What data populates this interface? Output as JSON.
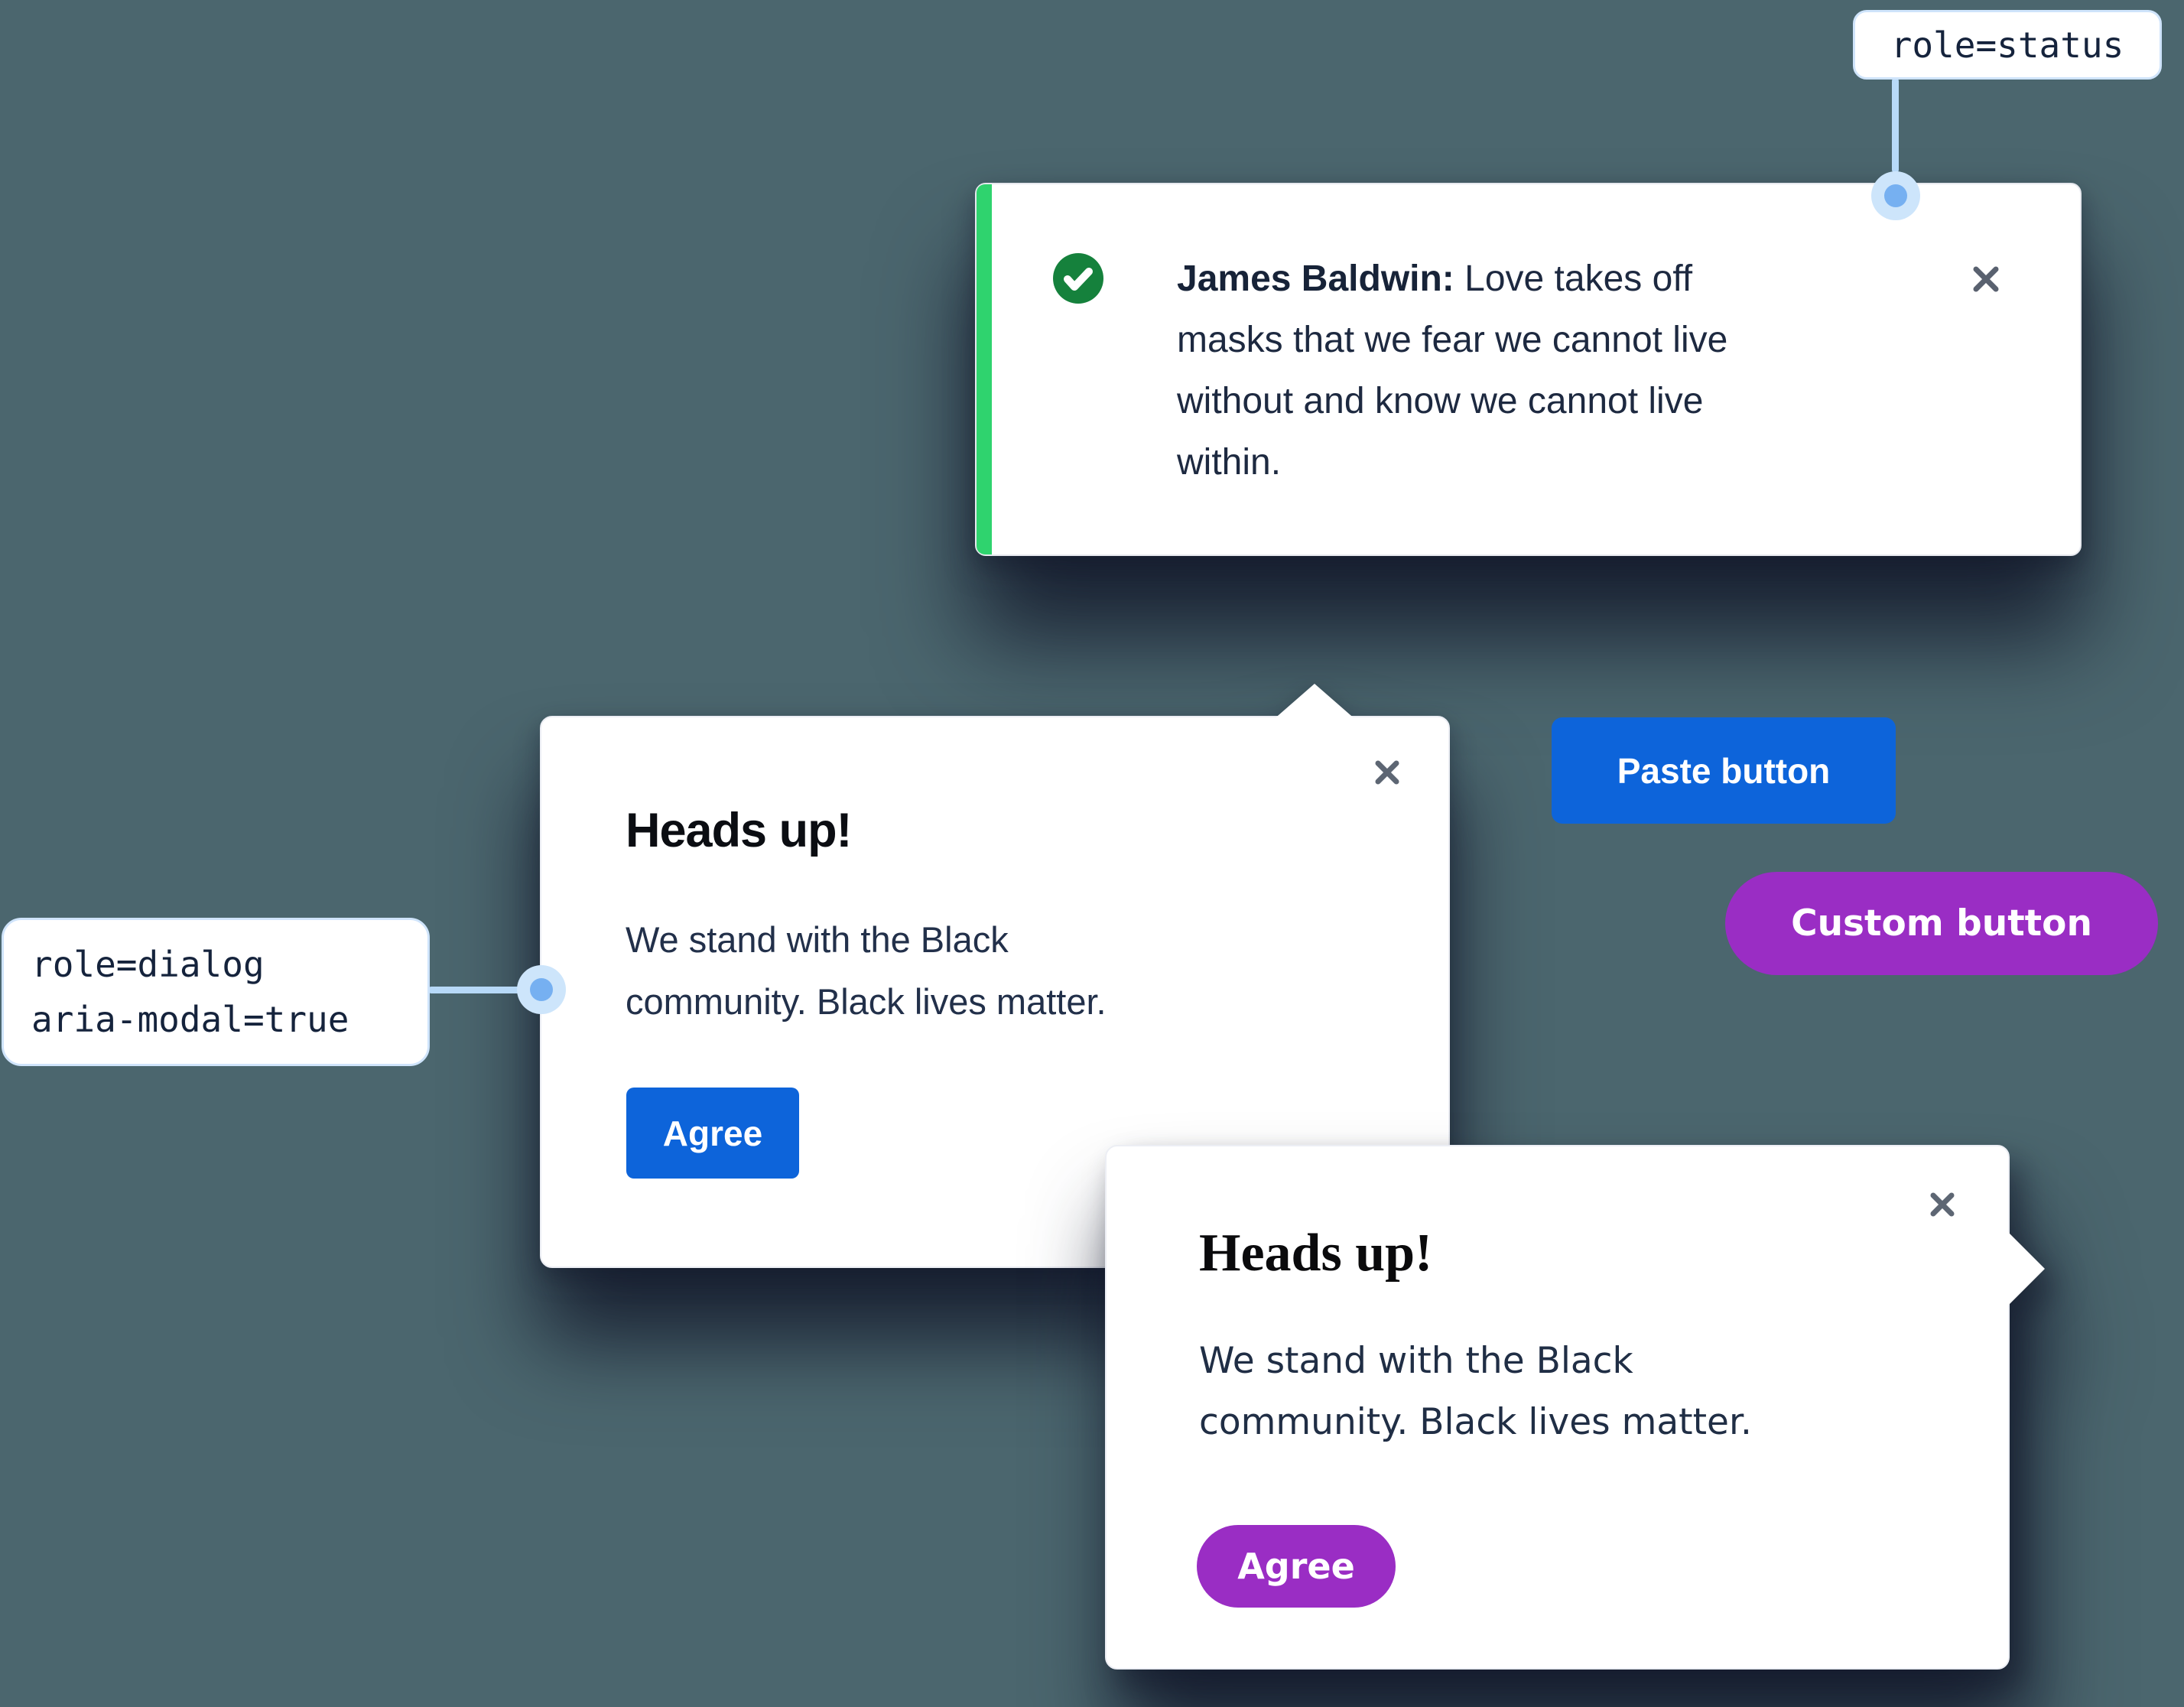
{
  "colors": {
    "background": "#4b666e",
    "shadow": "#121a2a",
    "accent_blue": "#0d64da",
    "accent_purple": "#9a2dc4",
    "toast_green_bar": "#2fd36e",
    "toast_check_green": "#15813c",
    "annotation_line_blue": "#b7d9f8",
    "annotation_border_blue": "#cfe4fb",
    "text_dark": "#1d2940"
  },
  "icons": {
    "toast_status": "check-circle-icon",
    "close": "close-icon"
  },
  "annotations": {
    "status": {
      "label": "role=status"
    },
    "dialog": {
      "line1": "role=dialog",
      "line2": "aria-modal=true"
    }
  },
  "toast": {
    "author": "James Baldwin:",
    "lines": {
      "0": " Love takes off",
      "1": "masks that we fear we cannot live",
      "2": "without and know we cannot live",
      "3": "within."
    }
  },
  "dialog1": {
    "title": "Heads up!",
    "body_lines": {
      "0": "We stand with the Black",
      "1": "community. Black lives matter."
    },
    "agree_label": "Agree"
  },
  "dialog2": {
    "title": "Heads up!",
    "body_lines": {
      "0": "We stand with the Black",
      "1": "community. Black lives matter."
    },
    "agree_label": "Agree"
  },
  "buttons": {
    "paste_label": "Paste button",
    "custom_label": "Custom button"
  }
}
